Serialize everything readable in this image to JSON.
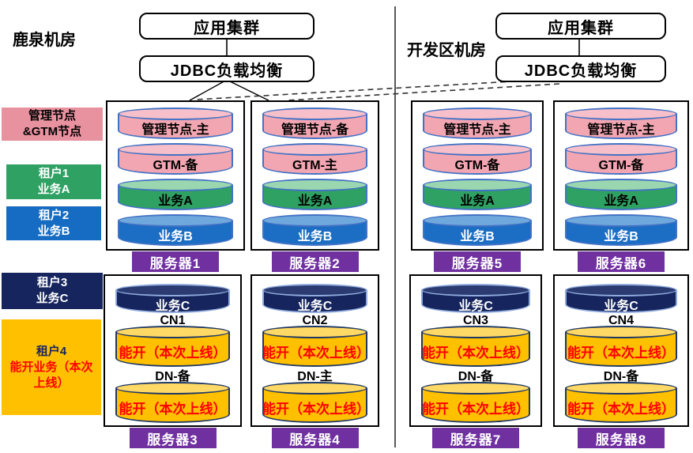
{
  "datacenters": [
    {
      "name": "鹿泉机房",
      "app_cluster": "应用集群",
      "load_balancer": "JDBC负载均衡"
    },
    {
      "name": "开发区机房",
      "app_cluster": "应用集群",
      "load_balancer": "JDBC负载均衡"
    }
  ],
  "legend": [
    {
      "line1": "管理节点",
      "line2": "&GTM节点"
    },
    {
      "line1": "租户1",
      "line2": "业务A"
    },
    {
      "line1": "租户2",
      "line2": "业务B"
    },
    {
      "line1": "租户3",
      "line2": "业务C"
    },
    {
      "line1": "租户4",
      "line2": "能开业务（本次上线）"
    }
  ],
  "servers": [
    {
      "name": "服务器1",
      "nodes": [
        {
          "text": "管理节点-主",
          "type": "pink"
        },
        {
          "text": "GTM-备",
          "type": "pink"
        },
        {
          "text": "业务A",
          "type": "green"
        },
        {
          "text": "业务B",
          "type": "blue"
        }
      ]
    },
    {
      "name": "服务器2",
      "nodes": [
        {
          "text": "管理节点-备",
          "type": "pink"
        },
        {
          "text": "GTM-主",
          "type": "pink"
        },
        {
          "text": "业务A",
          "type": "green"
        },
        {
          "text": "业务B",
          "type": "blue"
        }
      ]
    },
    {
      "name": "服务器5",
      "nodes": [
        {
          "text": "管理节点-主",
          "type": "pink"
        },
        {
          "text": "GTM-备",
          "type": "pink"
        },
        {
          "text": "业务A",
          "type": "green"
        },
        {
          "text": "业务B",
          "type": "blue"
        }
      ]
    },
    {
      "name": "服务器6",
      "nodes": [
        {
          "text": "管理节点-主",
          "type": "pink"
        },
        {
          "text": "GTM-备",
          "type": "pink"
        },
        {
          "text": "业务A",
          "type": "green"
        },
        {
          "text": "业务B",
          "type": "blue"
        }
      ]
    },
    {
      "name": "服务器3",
      "nodes": [
        {
          "text": "业务C",
          "type": "navy"
        },
        {
          "title": "CN1",
          "text": "能开（本次上线）",
          "type": "yellow"
        },
        {
          "title": "DN-备",
          "text": "能开（本次上线）",
          "type": "yellow"
        }
      ]
    },
    {
      "name": "服务器4",
      "nodes": [
        {
          "text": "业务C",
          "type": "navy"
        },
        {
          "title": "CN2",
          "text": "能开（本次上线）",
          "type": "yellow"
        },
        {
          "title": "DN-主",
          "text": "能开（本次上线）",
          "type": "yellow"
        }
      ]
    },
    {
      "name": "服务器7",
      "nodes": [
        {
          "text": "业务C",
          "type": "navy"
        },
        {
          "title": "CN3",
          "text": "能开（本次上线）",
          "type": "yellow"
        },
        {
          "title": "DN-备",
          "text": "能开（本次上线）",
          "type": "yellow"
        }
      ]
    },
    {
      "name": "服务器8",
      "nodes": [
        {
          "text": "业务C",
          "type": "navy"
        },
        {
          "title": "CN4",
          "text": "能开（本次上线）",
          "type": "yellow"
        },
        {
          "title": "DN-备",
          "text": "能开（本次上线）",
          "type": "yellow"
        }
      ]
    }
  ],
  "colors": {
    "pink_cylinder": "#F2A6B2",
    "pink_cylinder_top": "#F6BFC9",
    "pink_legend": "#E8919F",
    "green_cylinder": "#2EA163",
    "green_cylinder_top": "#9AD6AF",
    "blue_cylinder": "#1C6EC4",
    "blue_cylinder_top": "#6FA8DC",
    "blue_legend": "#156CC2",
    "navy_cylinder": "#16255E",
    "navy_cylinder_top": "#2B3B72",
    "yellow_cylinder": "#FFC000",
    "yellow_cylinder_top": "#FFD966",
    "cylinder_edge": "#4472C4",
    "yellow_edge": "#1F3864",
    "server_label_bg": "#7030A0",
    "highlight_text": "#FF0000"
  }
}
